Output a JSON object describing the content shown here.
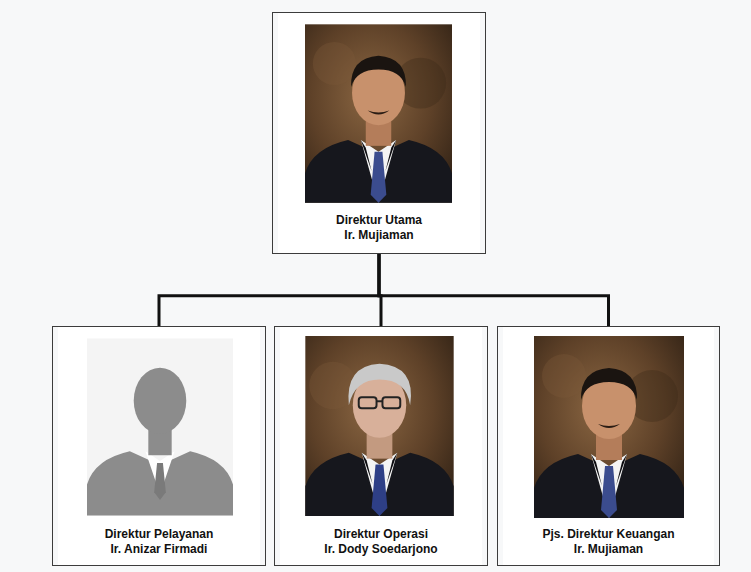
{
  "diagram": {
    "nodes": [
      {
        "text": [
          "Direktur Utama",
          "Ir. Mujiaman"
        ]
      },
      {
        "text": [
          "Direktur Pelayanan",
          "Ir. Anizar Firmadi"
        ]
      },
      {
        "text": [
          "Direktur Operasi",
          "Ir. Dody Soedarjono"
        ]
      },
      {
        "text": [
          "Pjs. Direktur Keuangan",
          "Ir. Mujiaman"
        ]
      }
    ],
    "edges": [
      {
        "from": 0,
        "to": 1,
        "arrow": "none"
      },
      {
        "from": 0,
        "to": 2,
        "arrow": "none"
      },
      {
        "from": 0,
        "to": 3,
        "arrow": "none"
      }
    ]
  }
}
